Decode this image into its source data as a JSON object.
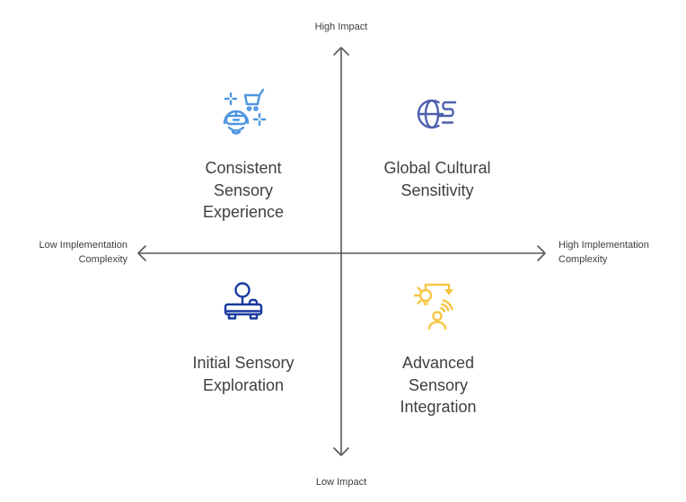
{
  "colors": {
    "background": "#ffffff",
    "axis": "#58585a",
    "axis-text": "#3d3d3d",
    "quadrant-text": "#3f3f3f",
    "icon-blue-light": "#4d96e0",
    "icon-indigo": "#4c60ae",
    "icon-blue-dark": "#16399f",
    "icon-gold": "#f6c643"
  },
  "axes": {
    "top_label": "High Impact",
    "bottom_label": "Low Impact",
    "left_label": "Low Implementation\nComplexity",
    "right_label": "High Implementation\nComplexity"
  },
  "quadrants": {
    "top_left": {
      "label": "Consistent\nSensory\nExperience",
      "icon": "vr-headset-shopper-icon"
    },
    "top_right": {
      "label": "Global Cultural\nSensitivity",
      "icon": "globe-motion-icon"
    },
    "bottom_left": {
      "label": "Initial Sensory\nExploration",
      "icon": "weighing-scale-icon"
    },
    "bottom_right": {
      "label": "Advanced\nSensory\nIntegration",
      "icon": "idea-person-signal-icon"
    }
  }
}
